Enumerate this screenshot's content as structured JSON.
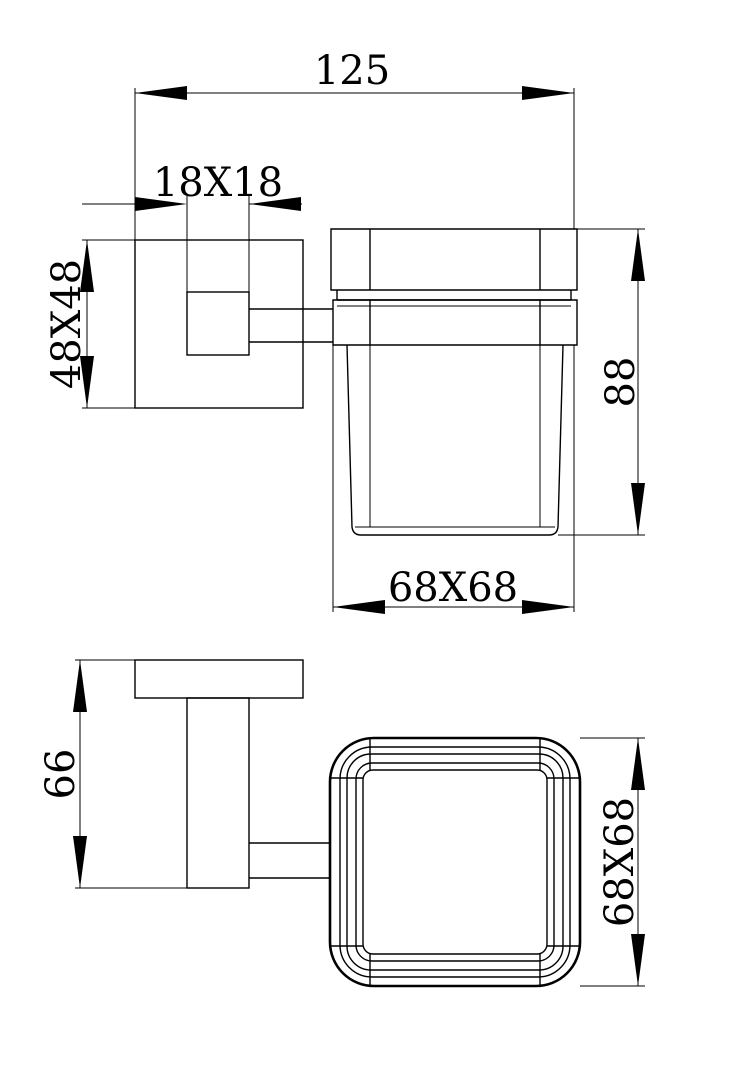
{
  "dimensions": {
    "overall_width": "125",
    "bar_section": "18X18",
    "wall_plate": "48X48",
    "height": "88",
    "cup_size": "68X68",
    "projection": "66",
    "cup_plan_size": "68X68"
  }
}
